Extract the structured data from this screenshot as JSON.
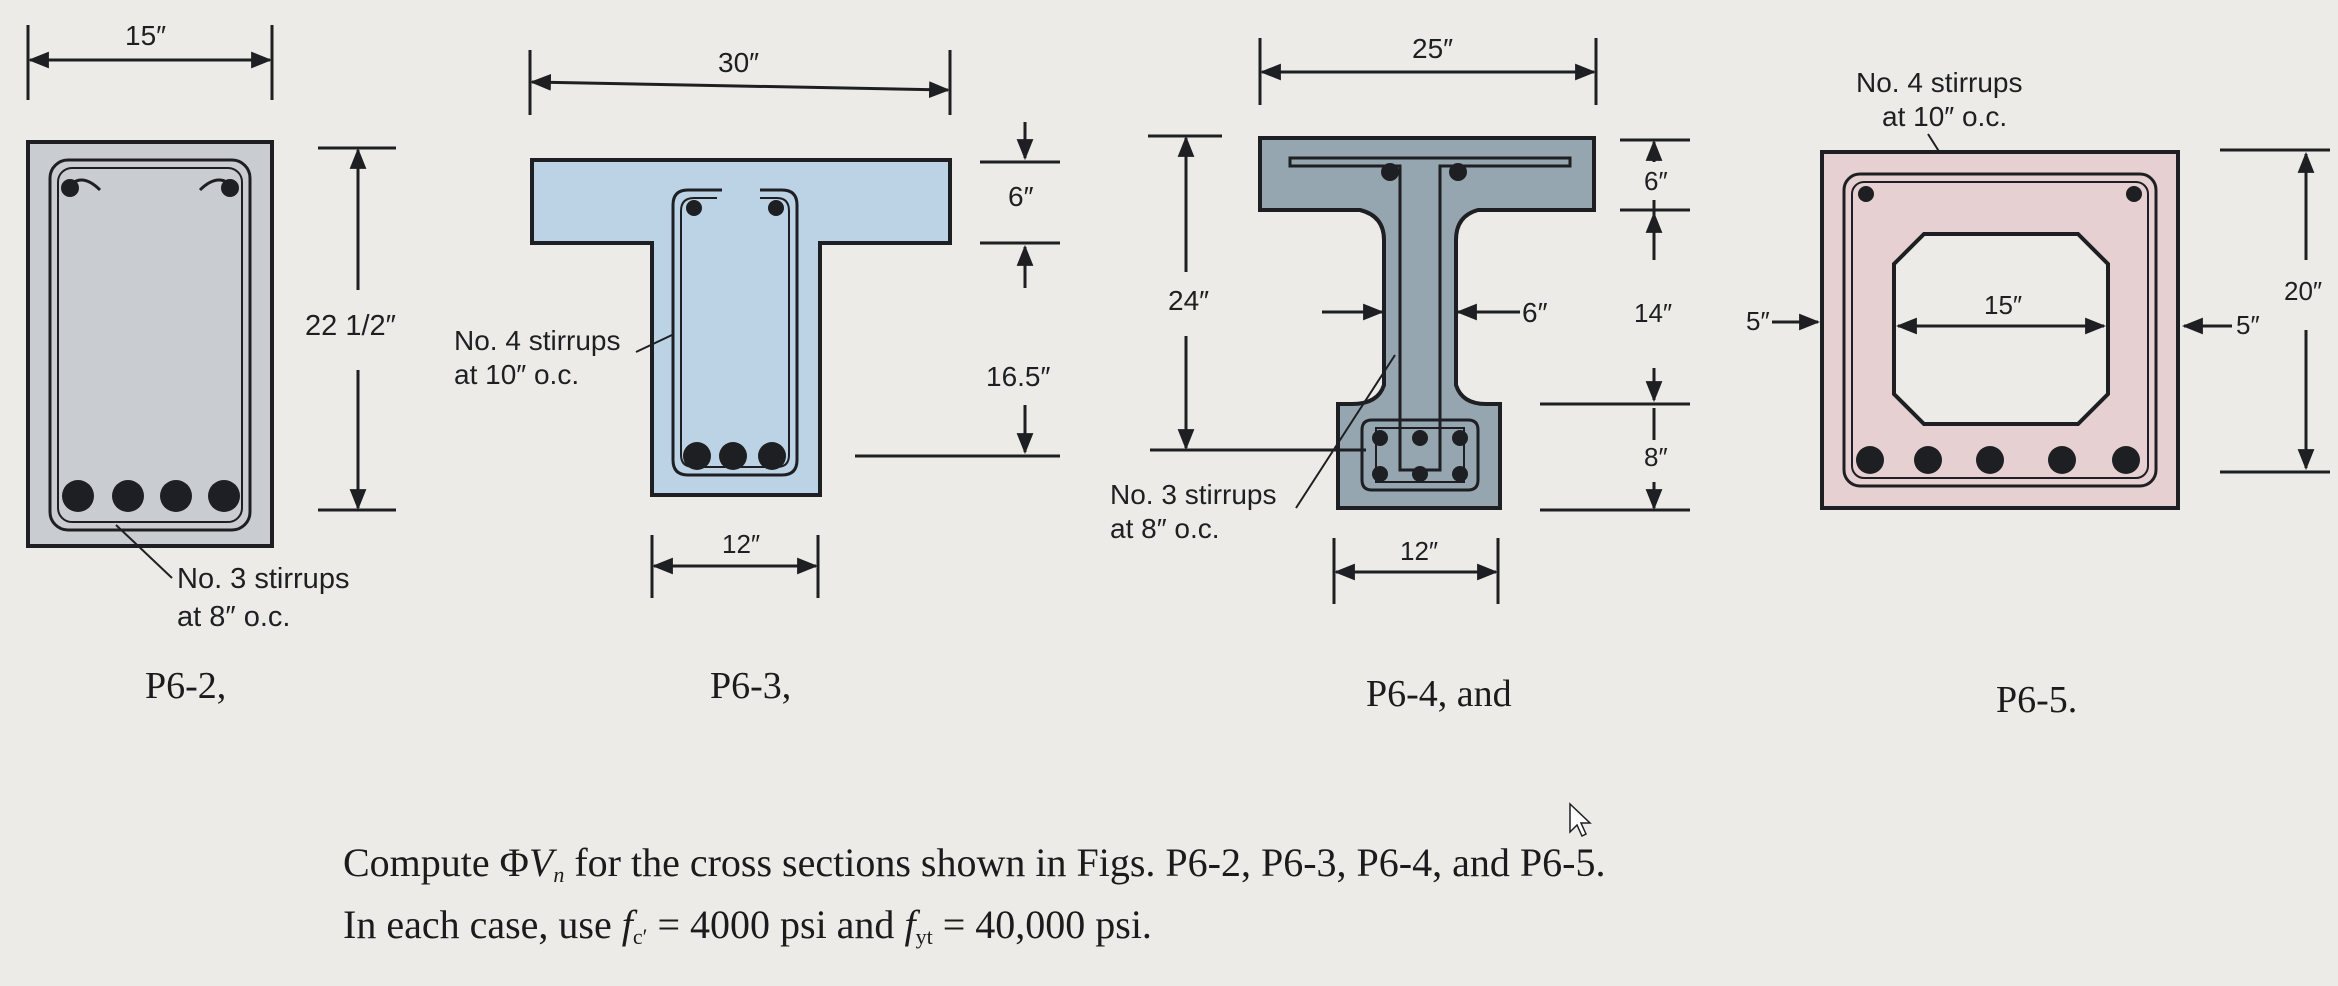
{
  "colors": {
    "background": "#ecebe7",
    "p62_fill": "#c9ccd1",
    "p63_fill": "#bcd3e6",
    "p64_fill": "#95a6b0",
    "p65_fill": "#e6d0d2",
    "ink": "#1e1f22"
  },
  "figures": [
    {
      "caption": "P6-2,",
      "dims": {
        "width": "15″",
        "height": "22 1/2″"
      },
      "note": [
        "No. 3 stirrups",
        "at 8″ o.c."
      ]
    },
    {
      "caption": "P6-3,",
      "dims": {
        "flange_width": "30″",
        "flange_depth": "6″",
        "web_depth": "16.5″",
        "web_width": "12″"
      },
      "note": [
        "No. 4 stirrups",
        "at 10″ o.c."
      ]
    },
    {
      "caption": "P6-4, and",
      "dims": {
        "flange_width": "25″",
        "total_depth": "24″",
        "top": "6″",
        "web": "6″",
        "mid": "14″",
        "bottom": "8″",
        "bottom_width": "12″"
      },
      "note": [
        "No. 3 stirrups",
        "at 8″ o.c."
      ]
    },
    {
      "caption": "P6-5.",
      "dims": {
        "void_width": "15″",
        "left_wall": "5″",
        "right_wall": "5″",
        "height": "20″"
      },
      "note": [
        "No. 4 stirrups",
        "at 10″ o.c."
      ]
    }
  ],
  "problem": {
    "line1_a": "Compute Φ",
    "line1_v": "V",
    "line1_n": "n",
    "line1_b": " for the cross sections shown in Figs. P6-2, P6-3, P6-4, and P6-5.",
    "line2_a": "In each case, use ",
    "line2_f1": "f",
    "line2_c": "c′",
    "line2_b": " = 4000 psi and ",
    "line2_f2": "f",
    "line2_yt": "yt",
    "line2_c2": " = 40,000 psi."
  }
}
